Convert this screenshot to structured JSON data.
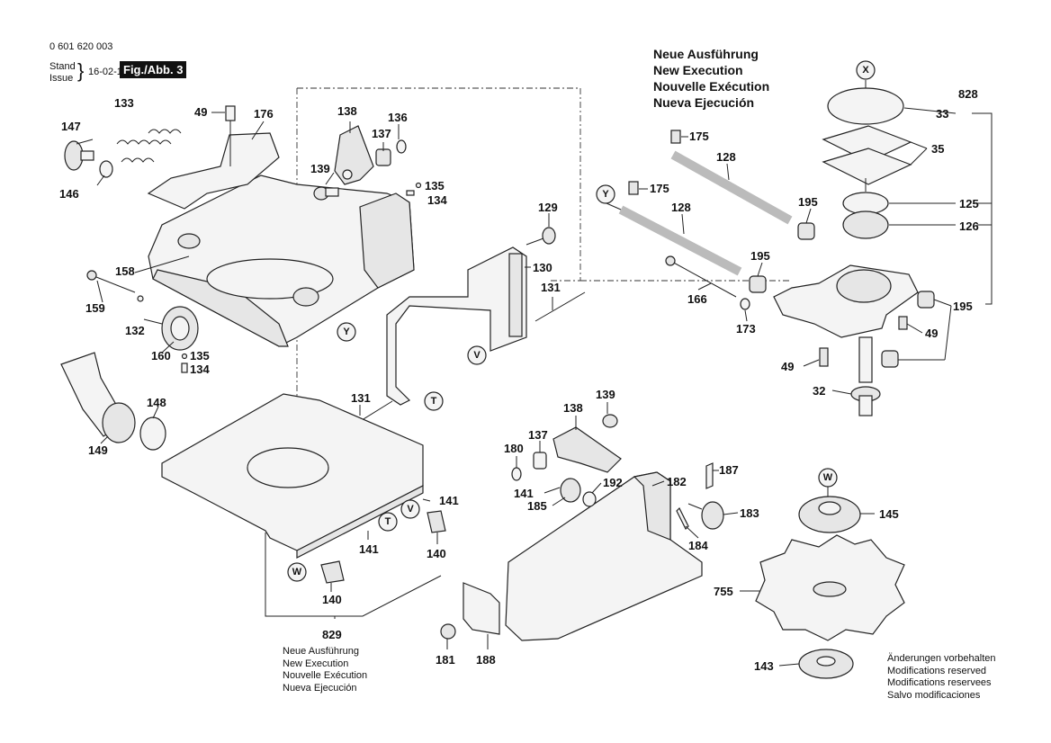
{
  "header": {
    "part_number": "0 601 620 003",
    "stand_label": "Stand",
    "issue_label": "Issue",
    "date": "16-02-12",
    "figure": "Fig./Abb. 3"
  },
  "execution_note": {
    "lines": [
      "Neue Ausführung",
      "New Execution",
      "Nouvelle Exécution",
      "Nueva Ejecución"
    ]
  },
  "execution_note_829": {
    "lines": [
      "Neue Ausführung",
      "New Execution",
      "Nouvelle Exécution",
      "Nueva Ejecución"
    ]
  },
  "modifications_note": {
    "lines": [
      "Änderungen vorbehalten",
      "Modifications reserved",
      "Modifications reservees",
      "Salvo modificaciones"
    ]
  },
  "reference_markers": [
    "X",
    "Y",
    "Y",
    "V",
    "T",
    "T",
    "V",
    "W",
    "W"
  ],
  "labels": [
    "147",
    "133",
    "49",
    "176",
    "138",
    "136",
    "137",
    "139",
    "135",
    "134",
    "146",
    "158",
    "159",
    "132",
    "160",
    "135",
    "134",
    "129",
    "130",
    "131",
    "131",
    "148",
    "149",
    "141",
    "141",
    "140",
    "140",
    "829",
    "180",
    "137",
    "138",
    "139",
    "182",
    "187",
    "141",
    "192",
    "185",
    "183",
    "184",
    "181",
    "188",
    "175",
    "128",
    "175",
    "128",
    "195",
    "195",
    "166",
    "173",
    "828",
    "33",
    "35",
    "125",
    "126",
    "195",
    "49",
    "49",
    "32",
    "145",
    "755",
    "143"
  ]
}
